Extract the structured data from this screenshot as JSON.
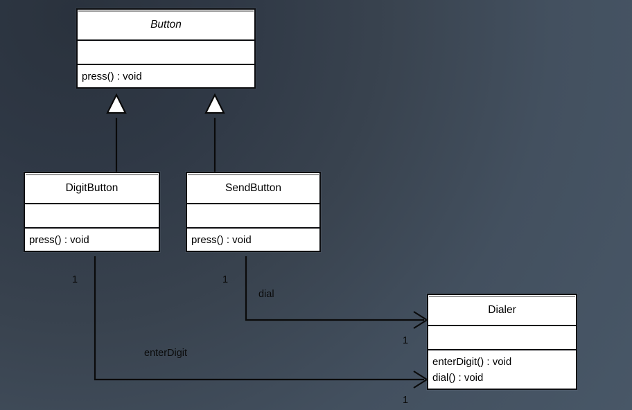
{
  "diagram": {
    "kind": "uml-class-diagram",
    "background": {
      "color_dark": "#2a323d",
      "color_light": "#485767"
    },
    "classes": [
      {
        "id": "button",
        "name": "Button",
        "abstract": true,
        "attributes": [],
        "operations": [
          "press() : void"
        ]
      },
      {
        "id": "digitbutton",
        "name": "DigitButton",
        "abstract": false,
        "attributes": [],
        "operations": [
          "press() : void"
        ]
      },
      {
        "id": "sendbutton",
        "name": "SendButton",
        "abstract": false,
        "attributes": [],
        "operations": [
          "press() : void"
        ]
      },
      {
        "id": "dialer",
        "name": "Dialer",
        "abstract": false,
        "attributes": [],
        "operations": [
          "enterDigit() : void",
          "dial() : void"
        ]
      }
    ],
    "generalizations": [
      {
        "from": "DigitButton",
        "to": "Button"
      },
      {
        "from": "SendButton",
        "to": "Button"
      }
    ],
    "associations": [
      {
        "from": "SendButton",
        "to": "Dialer",
        "label": "dial",
        "source_multiplicity": "1",
        "target_multiplicity": "1",
        "navigable": true
      },
      {
        "from": "DigitButton",
        "to": "Dialer",
        "label": "enterDigit",
        "source_multiplicity": "1",
        "target_multiplicity": "1",
        "navigable": true
      }
    ]
  },
  "labels": {
    "assoc_dial": "dial",
    "assoc_enterdigit": "enterDigit",
    "mult_digitbutton_source": "1",
    "mult_sendbutton_source": "1",
    "mult_dialer_dial": "1",
    "mult_dialer_enterdigit": "1"
  },
  "stroke": {
    "line_color": "#0a0a0a",
    "box_fill": "#ffffff",
    "box_border": "#0c0d10"
  }
}
